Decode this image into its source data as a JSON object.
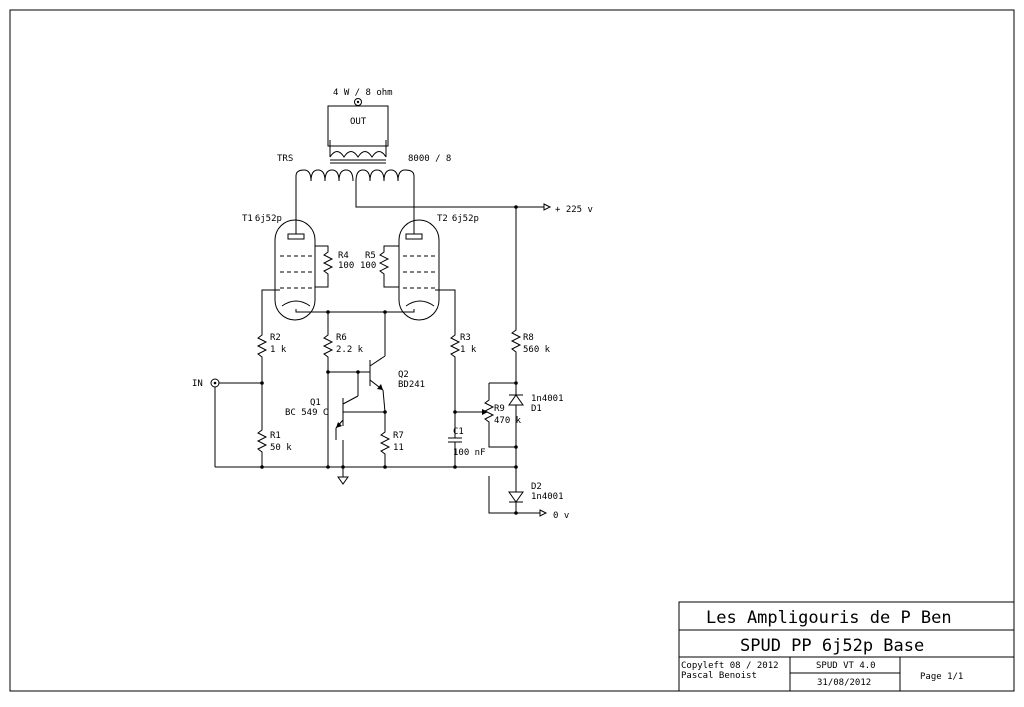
{
  "schematic": {
    "output": {
      "load": "4 W / 8 ohm",
      "connector": "OUT"
    },
    "transformer": {
      "ref": "TRS",
      "ratio": "8000 / 8"
    },
    "supply": {
      "plus": "+ 225 v",
      "zero": "0 v"
    },
    "input": {
      "label": "IN"
    },
    "tubes": [
      {
        "ref": "T1",
        "type": "6j52p"
      },
      {
        "ref": "T2",
        "type": "6j52p"
      }
    ],
    "resistors": [
      {
        "ref": "R1",
        "value": "50 k"
      },
      {
        "ref": "R2",
        "value": "1 k"
      },
      {
        "ref": "R3",
        "value": "1 k"
      },
      {
        "ref": "R4",
        "value": "100"
      },
      {
        "ref": "R5",
        "value": "100"
      },
      {
        "ref": "R6",
        "value": "2.2 k"
      },
      {
        "ref": "R7",
        "value": "11"
      },
      {
        "ref": "R8",
        "value": "560 k"
      },
      {
        "ref": "R9",
        "value": "470 k"
      }
    ],
    "capacitor": {
      "ref": "C1",
      "value": "100 nF"
    },
    "transistors": [
      {
        "ref": "Q1",
        "type": "BC 549 C"
      },
      {
        "ref": "Q2",
        "type": "BD241"
      }
    ],
    "diodes": [
      {
        "ref": "D1",
        "type": "1n4001"
      },
      {
        "ref": "D2",
        "type": "1n4001"
      }
    ]
  },
  "title_block": {
    "org": "Les Ampligouris de P Ben",
    "title": "SPUD PP 6j52p Base",
    "copyleft": "Copyleft  08 / 2012",
    "author": "Pascal Benoist",
    "version": "SPUD VT 4.0",
    "date": "31/08/2012",
    "page": "Page 1/1"
  }
}
